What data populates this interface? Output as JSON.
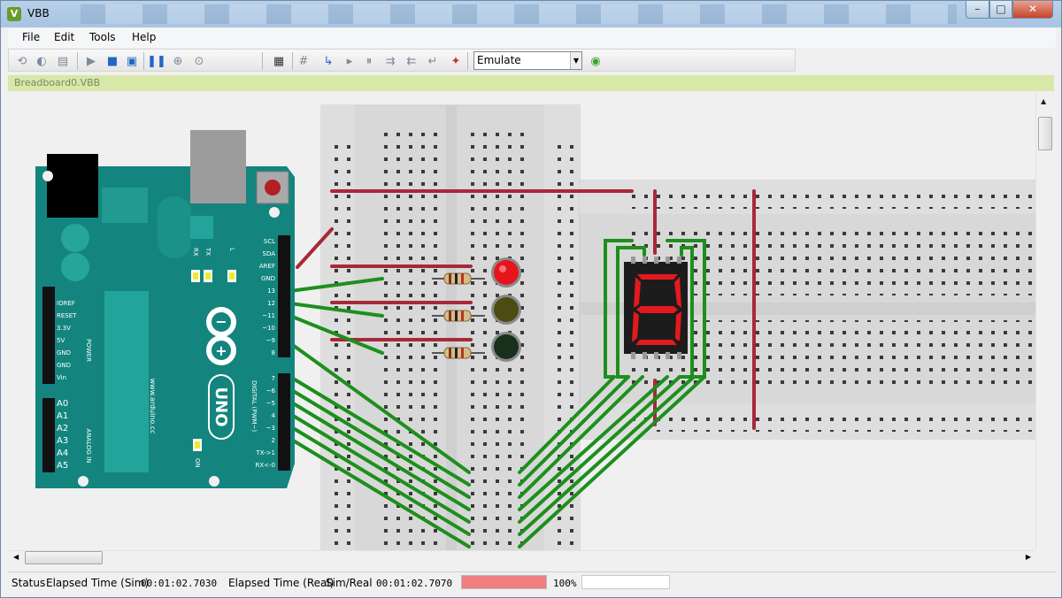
{
  "window": {
    "title": "VBB",
    "icon_letter": "V"
  },
  "menu": [
    "File",
    "Edit",
    "Tools",
    "Help"
  ],
  "toolbar": {
    "mode_select": "Emulate",
    "icons": [
      "reset-icon",
      "undo-icon",
      "copy-icon",
      "play-icon",
      "stop-icon",
      "save-icon",
      "pause-icon",
      "step-forward-icon",
      "step-play-icon",
      "grid-icon",
      "hash-icon",
      "step-into-icon",
      "run-icon",
      "break-icon",
      "step-over-icon",
      "step-out-icon",
      "run-to-cursor-icon",
      "probe-icon",
      "go-icon"
    ]
  },
  "document_tab": "Breadboard0.VBB",
  "arduino": {
    "power_labels": [
      "IOREF",
      "RESET",
      "3.3V",
      "5V",
      "GND",
      "GND",
      "Vin"
    ],
    "power_header": "POWER",
    "analog_labels": [
      "A0",
      "A1",
      "A2",
      "A3",
      "A4",
      "A5"
    ],
    "analog_header": "ANALOG IN",
    "top_pin_labels": [
      "SCL",
      "SDA",
      "AREF",
      "GND",
      "13",
      "12",
      "~11",
      "~10",
      "~9",
      "8"
    ],
    "bottom_pin_labels": [
      "7",
      "~6",
      "~5",
      "4",
      "~3",
      "2",
      "TX->1",
      "RX<-0"
    ],
    "digital_header": "DIGITAL (PWM~)",
    "board_name": "UNO",
    "website": "www.arduino.cc",
    "led_labels": [
      "RX",
      "TX",
      "L"
    ],
    "on_label": "ON",
    "logo_plus": "+",
    "logo_minus": "−"
  },
  "seven_segment": {
    "digit": "8"
  },
  "leds": [
    {
      "color": "#e8141b"
    },
    {
      "color": "#4d4a12"
    },
    {
      "color": "#16301a"
    }
  ],
  "status": {
    "label": "Status",
    "elapsed_sim_label": "Elapsed Time (Sim)",
    "elapsed_sim": "00:01:02.7030",
    "elapsed_real_label": "Elapsed Time (Real)",
    "sim_real_label": "Sim/Real",
    "elapsed_real": "00:01:02.7070",
    "progress_fraction": 1.0,
    "progress_text": "100%"
  },
  "colors": {
    "board": "#13857e",
    "wire_green": "#1d8f1d",
    "wire_red": "#a8283a",
    "doc_tab": "#d8e8a8"
  }
}
